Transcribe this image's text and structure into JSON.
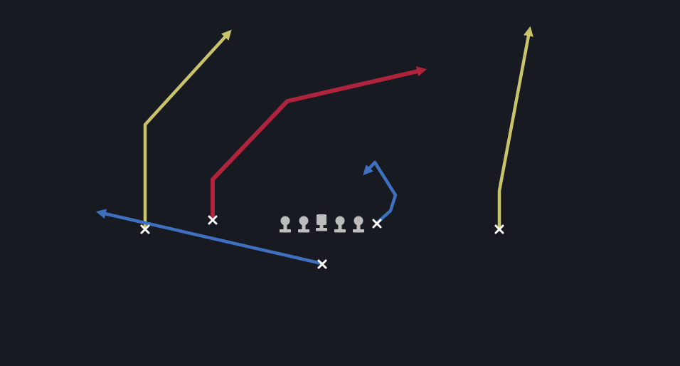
{
  "background_color": "#171a21",
  "route_colors": {
    "yellow": "#c9c46a",
    "red": "#b0233d",
    "blue": "#3f6fbf"
  },
  "player_color": "#ffffff",
  "lineman_color": "#bdbdbd",
  "players": [
    {
      "id": "left-wide-receiver",
      "role": "receiver"
    },
    {
      "id": "slot-receiver",
      "role": "receiver"
    },
    {
      "id": "running-back",
      "role": "back"
    },
    {
      "id": "tight-end",
      "role": "receiver"
    },
    {
      "id": "right-wide-receiver",
      "role": "receiver"
    }
  ],
  "routes": [
    {
      "player": "left-wide-receiver",
      "type": "corner",
      "color": "yellow"
    },
    {
      "player": "slot-receiver",
      "type": "post",
      "color": "red"
    },
    {
      "player": "running-back",
      "type": "swing",
      "color": "blue"
    },
    {
      "player": "tight-end",
      "type": "hook",
      "color": "blue"
    },
    {
      "player": "right-wide-receiver",
      "type": "go",
      "color": "yellow"
    }
  ],
  "offensive_line": {
    "count": 5,
    "center_index": 2
  }
}
